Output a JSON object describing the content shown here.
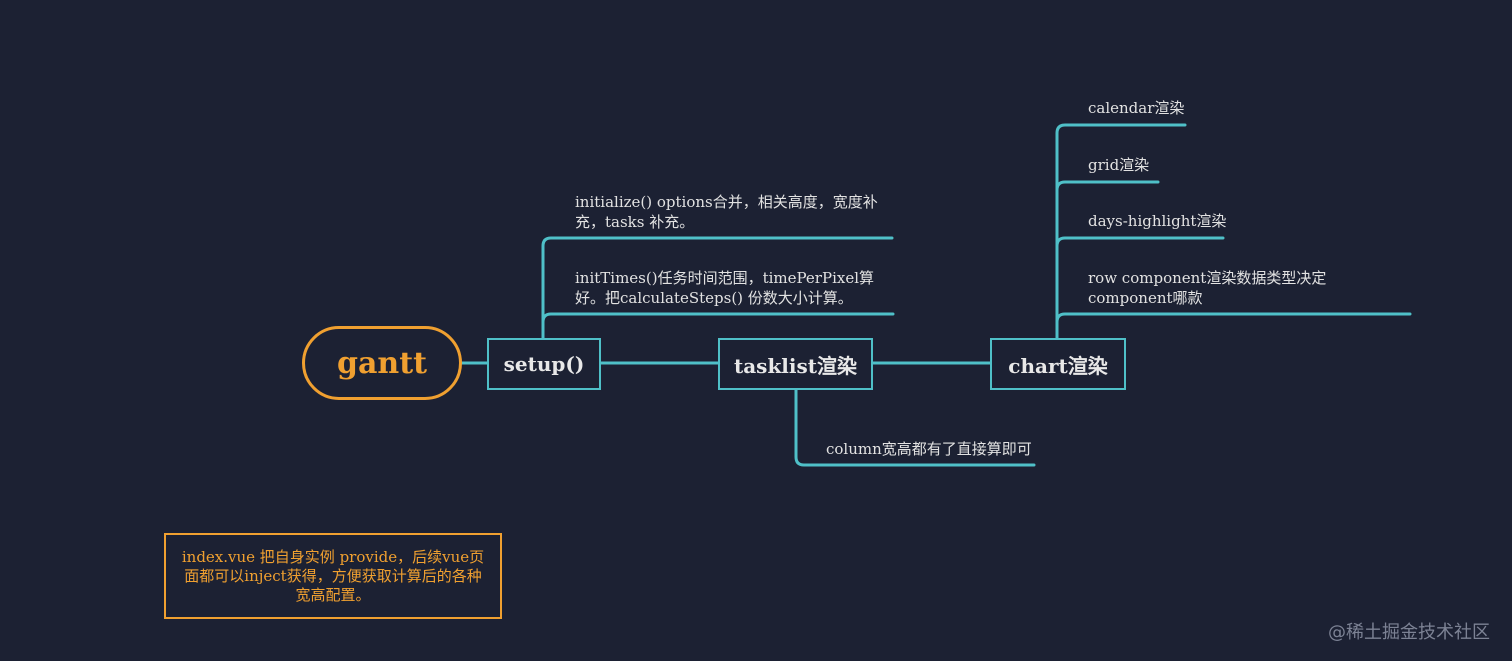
{
  "root": {
    "label": "gantt"
  },
  "nodes": {
    "setup": "setup()",
    "tasklist": "tasklist渲染",
    "chart": "chart渲染"
  },
  "setup_children": [
    "initialize()  options合并，相关高度，宽度补充，tasks 补充。",
    "initTimes()任务时间范围，timePerPixel算好。把calculateSteps() 份数大小计算。"
  ],
  "tasklist_children": [
    "column宽高都有了直接算即可"
  ],
  "chart_children": [
    "calendar渲染",
    "grid渲染",
    "days-highlight渲染",
    "row component渲染数据类型决定component哪款"
  ],
  "note": "index.vue 把自身实例 provide，后续vue页面都可以inject获得，方便获取计算后的各种宽高配置。",
  "watermark": "@稀土掘金技术社区",
  "colors": {
    "background": "#1c2133",
    "connector": "#4fc0c8",
    "root_accent": "#f0a030",
    "text": "#e2e2e2"
  }
}
